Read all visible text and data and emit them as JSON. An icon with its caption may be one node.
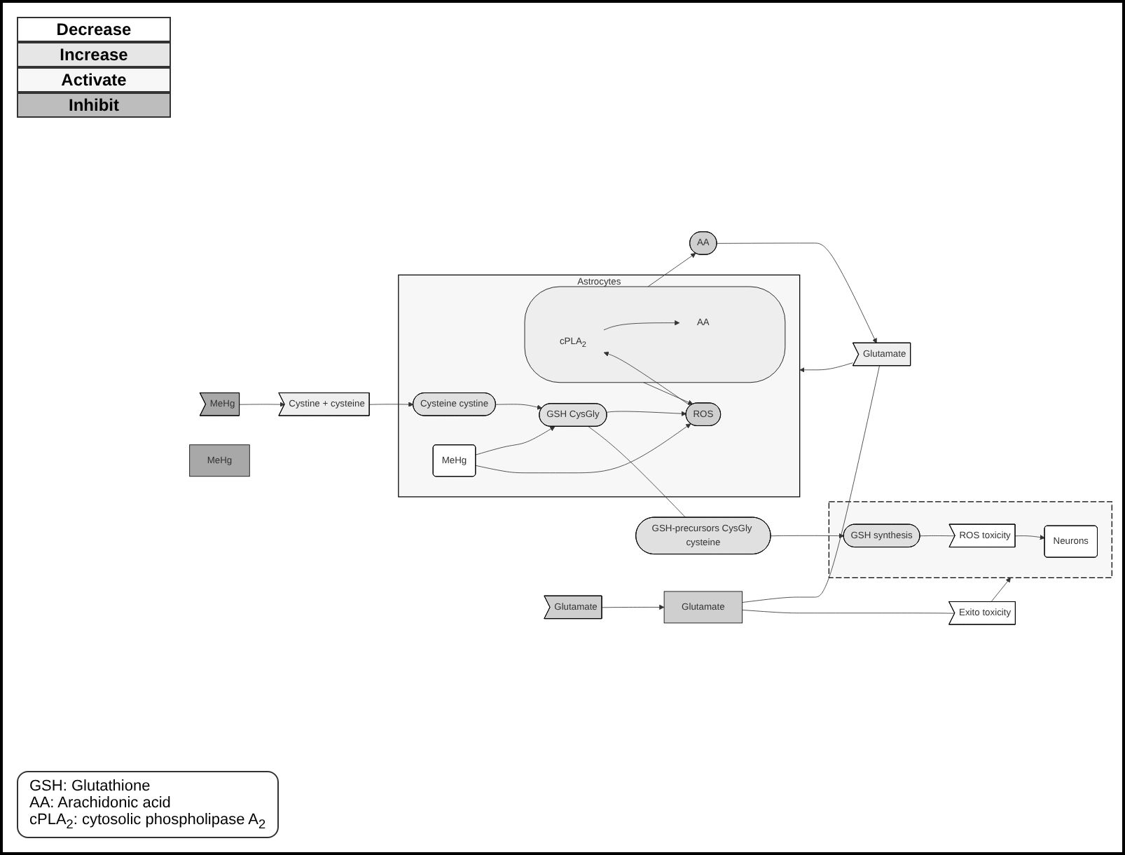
{
  "diagram": {
    "nodes": [
      {
        "text": [
          "Astrocytes"
        ]
      },
      {
        "text": [],
        "shape": "ellipse",
        "in": 0
      },
      {
        "text": [
          "cPLA$_{2}$"
        ],
        "in": 1
      },
      {
        "text": [
          "AA"
        ],
        "in": 1
      },
      {
        "text": [
          "Cysteine cystine"
        ],
        "in": 0
      },
      {
        "text": [
          "MeHg"
        ],
        "in": 0
      },
      {
        "text": [
          "ROS"
        ],
        "in": 0
      },
      {
        "text": [
          "GSH CysGly"
        ],
        "in": 0
      },
      {
        "text": [
          "Cystine + cysteine"
        ]
      },
      {
        "text": [
          "MeHg"
        ]
      },
      {
        "text": [
          "AA"
        ]
      },
      {
        "text": [
          "Glutamate"
        ]
      },
      {
        "text": [
          "Glutamate"
        ]
      },
      {
        "text": [
          "Glutamate"
        ]
      },
      {
        "text": [
          "MeHg"
        ]
      },
      {
        "text": [
          "GSH-precursors CysGly cysteine"
        ]
      },
      {
        "text": [],
        "shape": "star"
      },
      {
        "text": [
          "Neurons"
        ],
        "in": 16
      },
      {
        "text": [
          "ROS toxicity"
        ],
        "in": 16
      },
      {
        "text": [
          "GSH synthesis"
        ],
        "in": 16
      },
      {
        "text": [
          "Exito toxicity"
        ]
      }
    ],
    "edges": [
      {
        "from": 2,
        "to": 3,
        "arrow": "to"
      },
      {
        "from": 9,
        "to": 8,
        "arrow": "to"
      },
      {
        "from": 8,
        "to": 4,
        "arrow": "to"
      },
      {
        "from": 1,
        "to": 6,
        "arrow": "to"
      },
      {
        "from": 6,
        "to": 2,
        "arrow": "to"
      },
      {
        "from": 1,
        "to": 10,
        "arrow": "to"
      },
      {
        "from": 4,
        "to": 7,
        "arrow": "to"
      },
      {
        "from": 5,
        "to": 7,
        "arrow": "to"
      },
      {
        "from": 5,
        "to": 6,
        "arrow": "to"
      },
      {
        "from": 7,
        "to": 6,
        "arrow": "to"
      },
      {
        "from": 7,
        "to": 15,
        "arrow": "none"
      },
      {
        "from": 10,
        "to": 11,
        "arrow": "to"
      },
      {
        "from": 13,
        "to": 11,
        "arrow": "none"
      },
      {
        "from": 11,
        "to": 0,
        "arrow": "to"
      },
      {
        "from": 12,
        "to": 13,
        "arrow": "to"
      },
      {
        "from": 15,
        "to": 19,
        "arrow": "to"
      },
      {
        "from": 19,
        "to": 18,
        "arrow": "none"
      },
      {
        "from": 18,
        "to": 17,
        "arrow": "to"
      },
      {
        "from": 13,
        "to": 20,
        "arrow": "none"
      },
      {
        "from": 20,
        "to": 16,
        "arrow": "to"
      }
    ],
    "labels": [
      "GSH: Glutathione",
      "AA: Arachidonic acid",
      "cPLA$_{2}$: cytosolic phospholipase A$_{2}$"
    ],
    "legend": [
      {
        "text": "Decrease"
      },
      {
        "text": "Increase"
      },
      {
        "text": "Activate"
      },
      {
        "text": "Inhibit"
      }
    ]
  }
}
